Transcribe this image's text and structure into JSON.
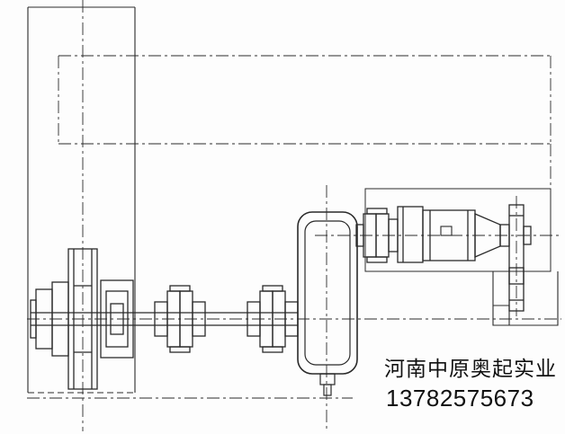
{
  "watermark": {
    "company_name": "河南中原奥起实业",
    "phone_number": "13782575673"
  },
  "drawing": {
    "type": "mechanical-engineering-line-drawing",
    "subject": "crane trolley drive mechanism layout (wheel, shaft couplings, gearbox, brake, motor)",
    "line_color": "#2a2a2a",
    "background_color": "#fdfdfd",
    "text_color": "#111111"
  }
}
